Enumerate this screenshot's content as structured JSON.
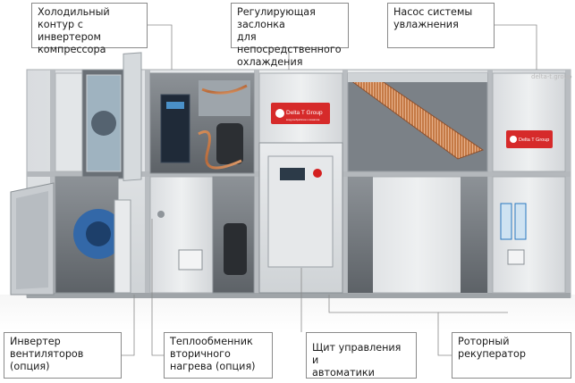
{
  "callouts": {
    "cooling": "Холодильный\nконтур с инвертером\nкомпрессора",
    "damper": "Регулирующая заслонка\nдля непосредственного\nохлаждения",
    "pump": "Насос системы\nувлажнения",
    "fan_inverter": "Инвертер\nвентиляторов\n(опция)",
    "reheat": "Теплообменник\nвторичного\nнагрева (опция)",
    "control": "Щит управления и\nавтоматики",
    "rotary": "Роторный\nрекуператор"
  },
  "brand": {
    "logo_text": "Delta T Group",
    "logo_sub": "воздухообработка и климатика",
    "logo_color": "#d62a2a"
  },
  "watermark": "delta-t.group"
}
